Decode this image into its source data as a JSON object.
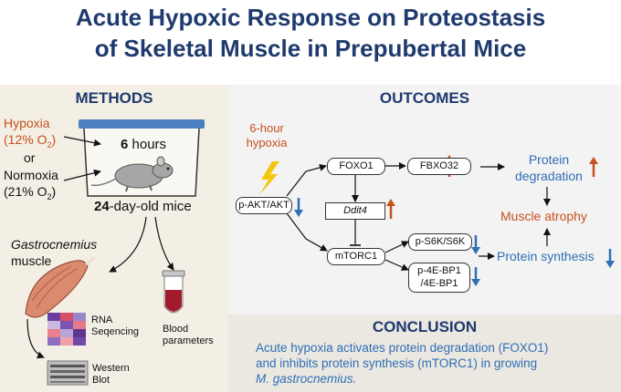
{
  "title": {
    "line1": "Acute Hypoxic Response on Proteostasis",
    "line2": "of Skeletal Muscle in Prepubertal Mice"
  },
  "methods": {
    "header": "METHODS",
    "hypoxia_label": "Hypoxia",
    "hypoxia_pct": "(12% O",
    "or": "or",
    "normoxia_label": "Normoxia",
    "normoxia_pct": "(21% O",
    "o2_sub": "2",
    "close_paren": ")",
    "hours_num": "6",
    "hours_unit": " hours",
    "age_num": "24",
    "age_text": "-day-old mice",
    "tissue_italic": "Gastrocnemius",
    "tissue_word": "muscle",
    "rna_line1": "RNA",
    "rna_line2": "Seqencing",
    "blood_line1": "Blood",
    "blood_line2": "parameters",
    "wb_line1": "Western",
    "wb_line2": "Blot"
  },
  "outcomes": {
    "header": "OUTCOMES",
    "stimulus_line1": "6-hour",
    "stimulus_line2": "hypoxia",
    "pakt": "p-AKT/AKT",
    "foxo1": "FOXO1",
    "fbxo32": "FBXO32",
    "ddit4": "Ddit4",
    "mtorc1": "mTORC1",
    "ps6k": "p-S6K/S6K",
    "p4ebp1_line1": "p-4E-BP1",
    "p4ebp1_line2": "/4E-BP1",
    "protein_deg_line1": "Protein",
    "protein_deg_line2": "degradation",
    "muscle_atrophy": "Muscle atrophy",
    "protein_synth": "Protein synthesis"
  },
  "conclusion": {
    "header": "CONCLUSION",
    "line1": "Acute hypoxia activates protein degradation (FOXO1)",
    "line2": "and inhibits protein synthesis (mTORC1) in growing",
    "line3": "M. gastrocnemius."
  },
  "colors": {
    "title": "#1f3a6e",
    "up": "#c8501e",
    "down": "#2e6fb5"
  }
}
